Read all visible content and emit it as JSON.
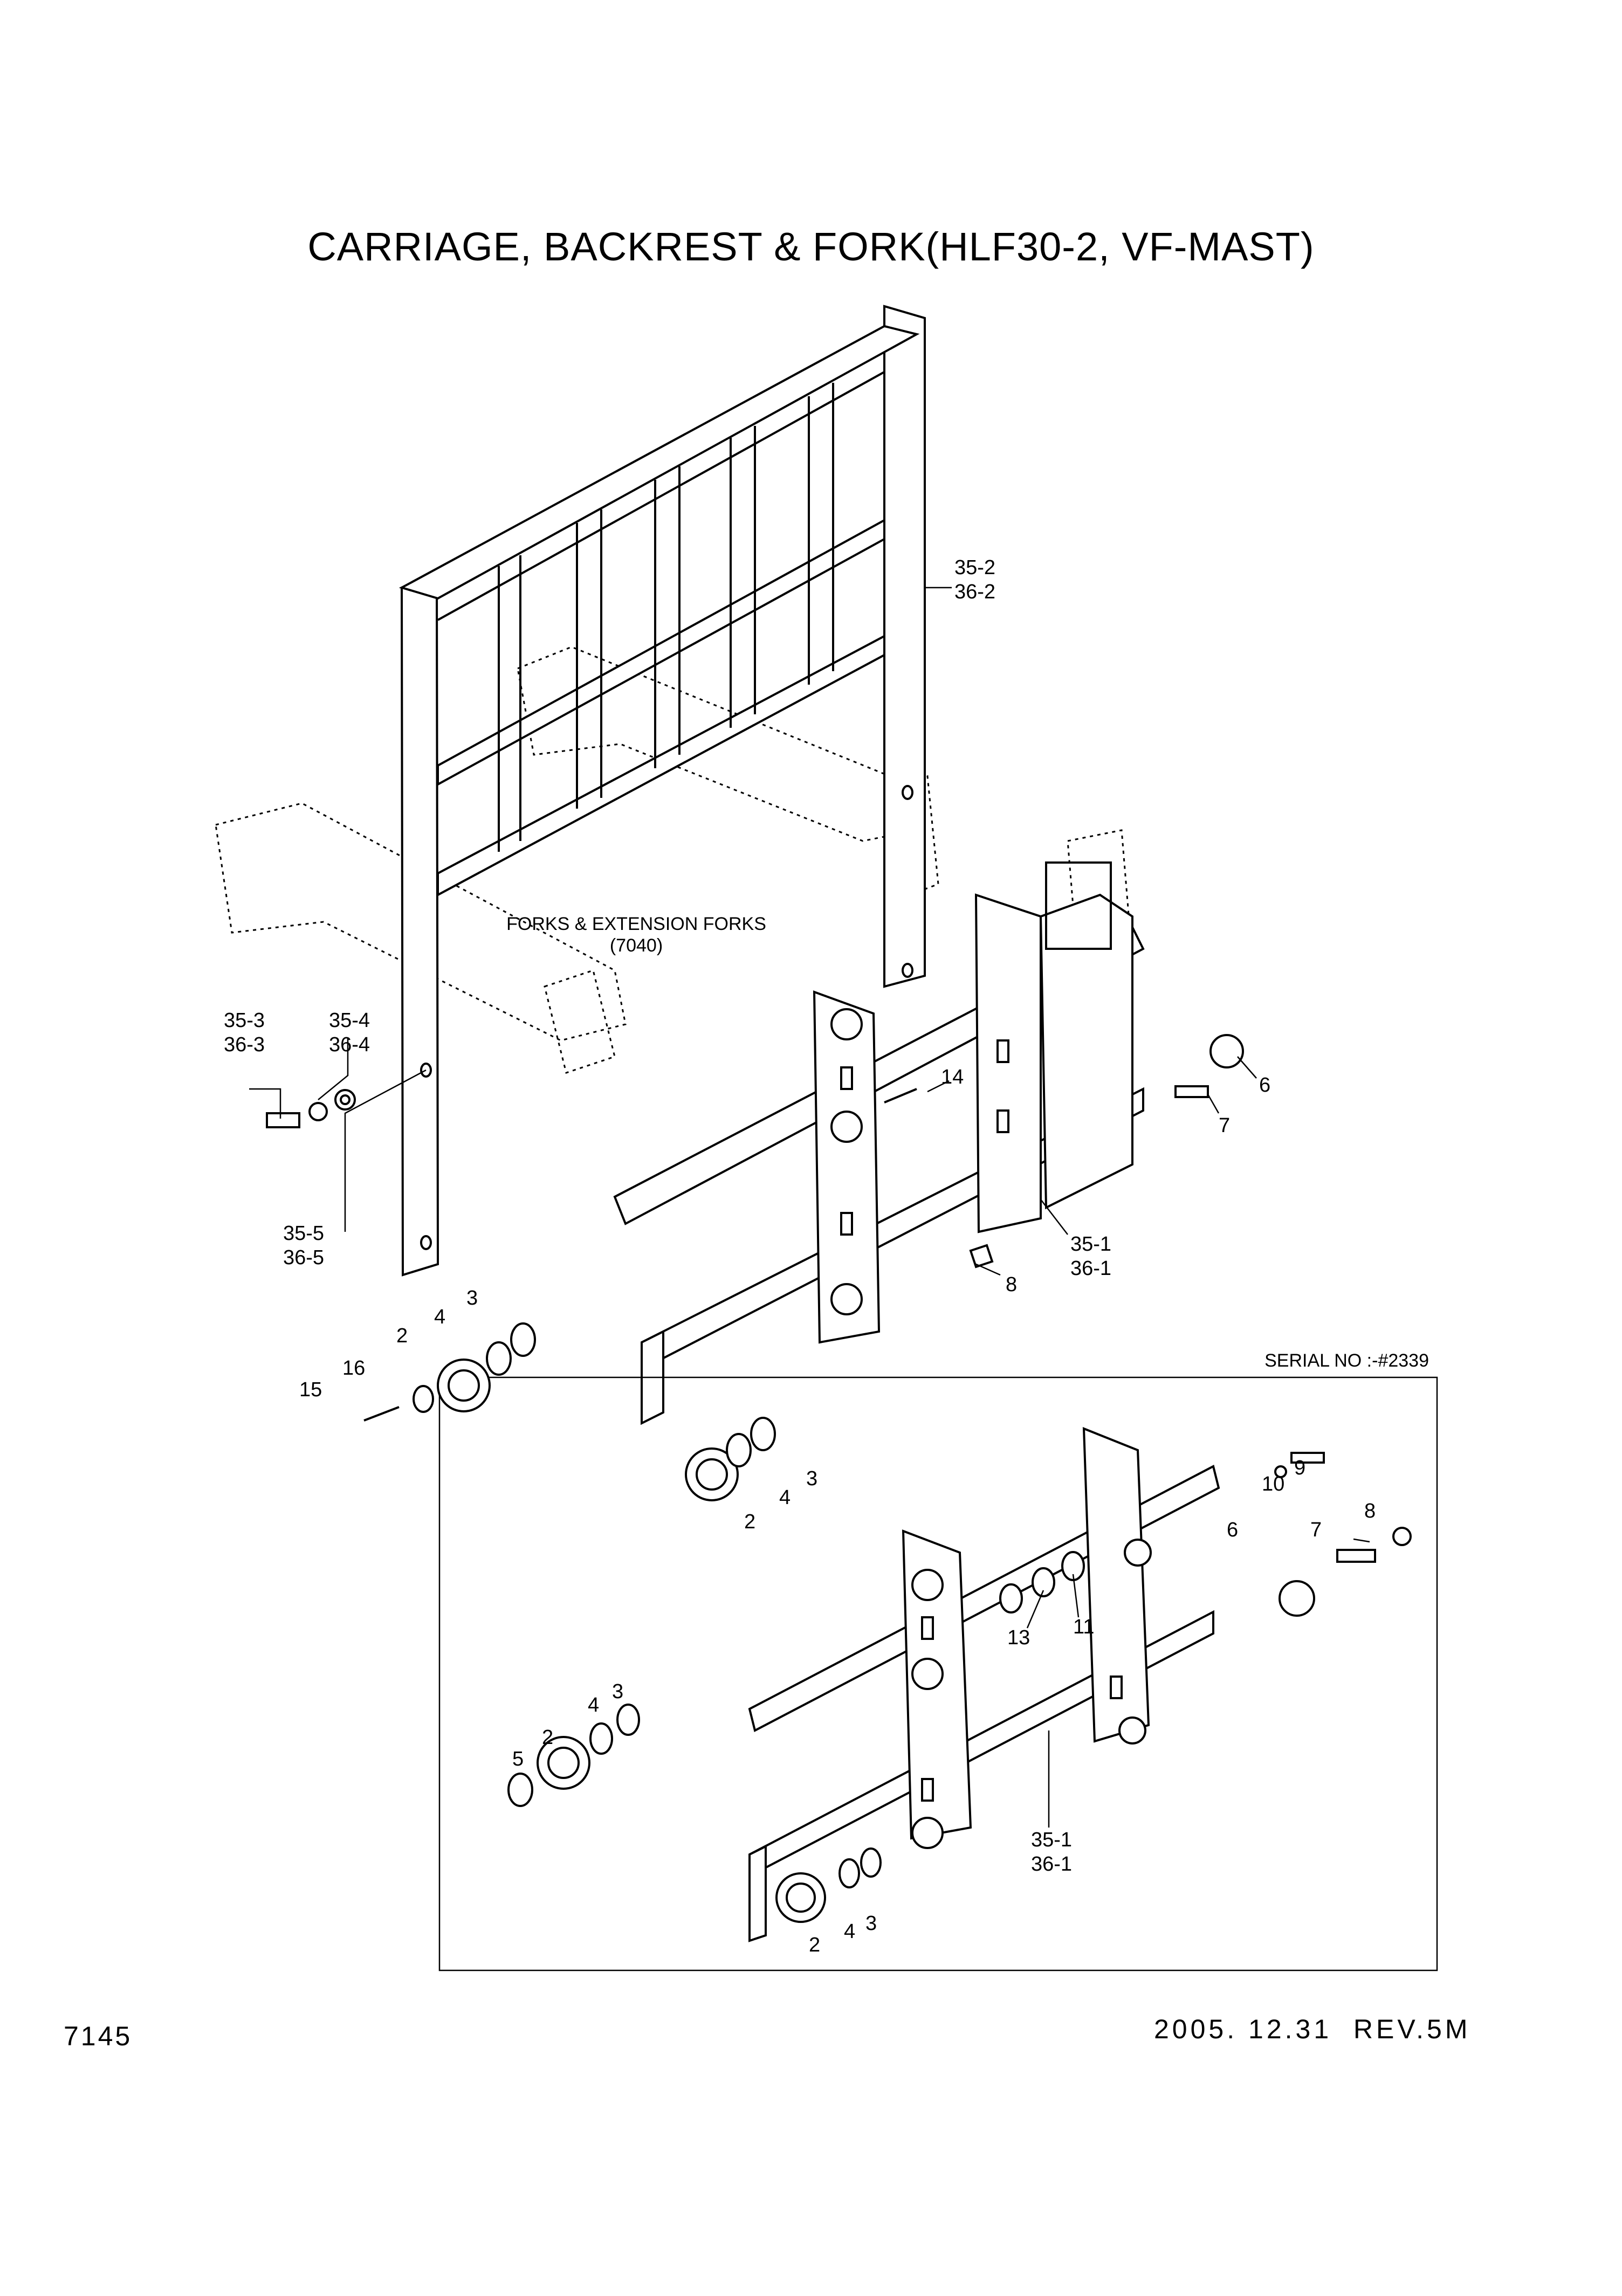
{
  "title": "CARRIAGE, BACKREST & FORK(HLF30-2, VF-MAST)",
  "page_number": "7145",
  "revision": "2005. 12.31  REV.5M",
  "note_forks": "FORKS & EXTENSION FORKS",
  "note_forks_ref": "(7040)",
  "serial_note": "SERIAL NO :-#2339",
  "callouts": {
    "c35_2": "35-2",
    "c36_2": "36-2",
    "c35_3": "35-3",
    "c36_3": "36-3",
    "c35_4": "35-4",
    "c36_4": "36-4",
    "c35_5": "35-5",
    "c36_5": "36-5",
    "c35_1a": "35-1",
    "c36_1a": "36-1",
    "c35_1b": "35-1",
    "c36_1b": "36-1",
    "top_2": "2",
    "top_3": "3",
    "top_4": "4",
    "top_6": "6",
    "top_7": "7",
    "top_8": "8",
    "top_14": "14",
    "top_15": "15",
    "top_16": "16",
    "mid_2": "2",
    "mid_3": "3",
    "mid_4": "4",
    "low_2": "2",
    "low_3": "3",
    "low_4": "4",
    "low_5": "5",
    "low_6": "6",
    "low_7": "7",
    "low_8": "8",
    "low_9": "9",
    "low_10": "10",
    "low_11": "11",
    "low_13": "13",
    "bot_2": "2",
    "bot_3": "3",
    "bot_4": "4"
  }
}
